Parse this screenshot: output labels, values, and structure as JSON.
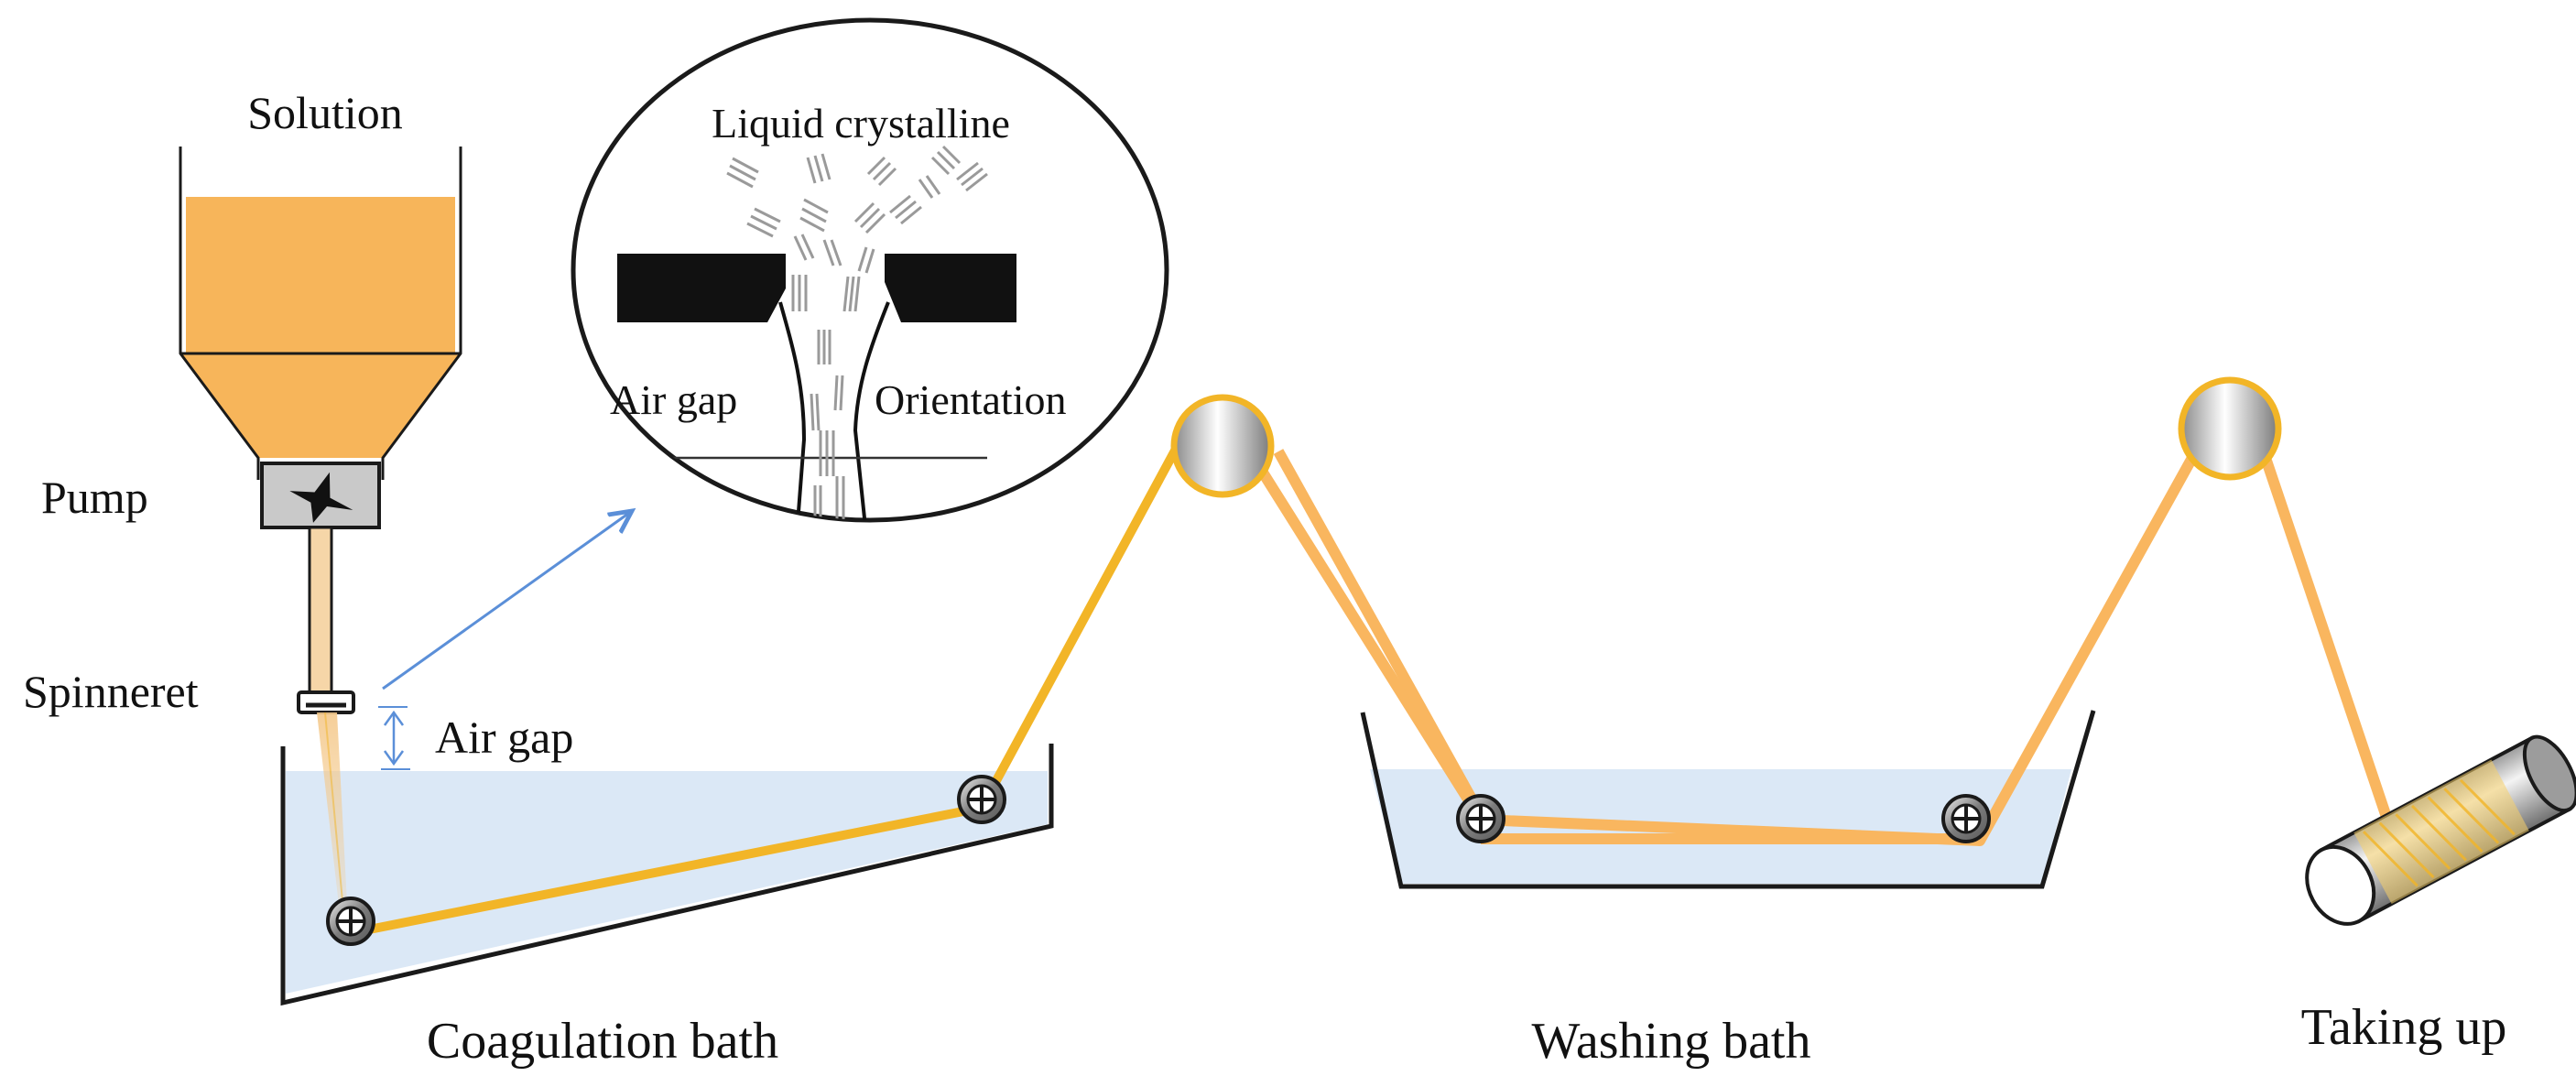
{
  "labels": {
    "solution": "Solution",
    "pump": "Pump",
    "spinneret": "Spinneret",
    "air_gap": "Air gap",
    "coagulation_bath": "Coagulation bath",
    "washing_bath": "Washing bath",
    "taking_up": "Taking up"
  },
  "inset": {
    "liquid_crystalline": "Liquid crystalline",
    "air_gap": "Air gap",
    "orientation": "Orientation"
  },
  "colors": {
    "solution": "#f7b55a",
    "fiber_dark": "#f2b527",
    "fiber_light": "#f9b65f",
    "bath_water": "#dbe8f6",
    "arrow": "#5b8fd8",
    "outline": "#1a1a2a"
  },
  "icons": {
    "pump": "pump-icon",
    "guide_roller": "crosshead-roller-icon",
    "godet": "godet-roller-icon",
    "take_up": "take-up-bobbin-icon"
  }
}
